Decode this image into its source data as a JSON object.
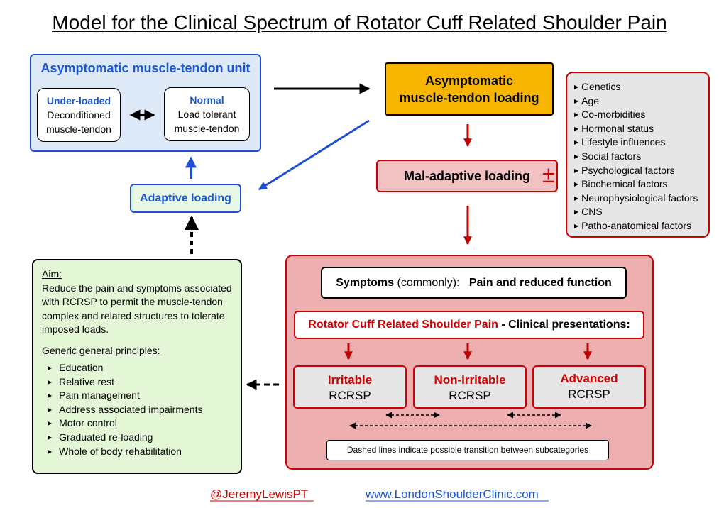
{
  "title": "Model for the Clinical Spectrum of Rotator Cuff Related Shoulder Pain",
  "asymptomatic_unit": {
    "title": "Asymptomatic muscle-tendon unit",
    "underloaded": {
      "heading": "Under-loaded",
      "line1": "Deconditioned",
      "line2": "muscle-tendon"
    },
    "normal": {
      "heading": "Normal",
      "line1": "Load tolerant",
      "line2": "muscle-tendon"
    }
  },
  "asymptomatic_loading": {
    "line1": "Asymptomatic",
    "line2": "muscle-tendon loading"
  },
  "maladaptive": "Mal-adaptive loading",
  "plus_minus": "±",
  "factors": [
    "Genetics",
    "Age",
    "Co-morbidities",
    "Hormonal status",
    "Lifestyle influences",
    "Social factors",
    "Psychological factors",
    "Biochemical factors",
    "Neurophysiological factors",
    "CNS",
    "Patho-anatomical factors"
  ],
  "adaptive_loading": "Adaptive loading",
  "aim": {
    "heading": "Aim:",
    "text": "Reduce the pain and symptoms associated with RCRSP to permit the muscle-tendon complex and related structures to tolerate imposed loads.",
    "principles_heading": "Generic general principles:",
    "principles": [
      "Education",
      "Relative rest",
      "Pain management",
      "Address associated impairments",
      "Motor control",
      "Graduated re-loading",
      "Whole of body rehabilitation"
    ]
  },
  "symptoms": {
    "label": "Symptoms",
    "qualifier": " (commonly):",
    "value": "Pain and reduced function"
  },
  "rcrsp": {
    "red": "Rotator Cuff Related Shoulder Pain",
    "black": " - Clinical presentations:"
  },
  "subcategories": [
    {
      "heading": "Irritable",
      "label": "RCRSP"
    },
    {
      "heading": "Non-irritable",
      "label": "RCRSP"
    },
    {
      "heading": "Advanced",
      "label": "RCRSP"
    }
  ],
  "note": "Dashed lines indicate possible transition between subcategories",
  "footer": {
    "twitter": "@JeremyLewisPT",
    "website": "www.LondonShoulderClinic.com"
  },
  "colors": {
    "blue": "#1a56d6",
    "red": "#d00000",
    "orange": "#f7b500",
    "green_bg": "#e3f6d6",
    "pink_bg": "#edafaf",
    "blue_bg": "#dde9f7"
  },
  "triangle_icon": "▶"
}
